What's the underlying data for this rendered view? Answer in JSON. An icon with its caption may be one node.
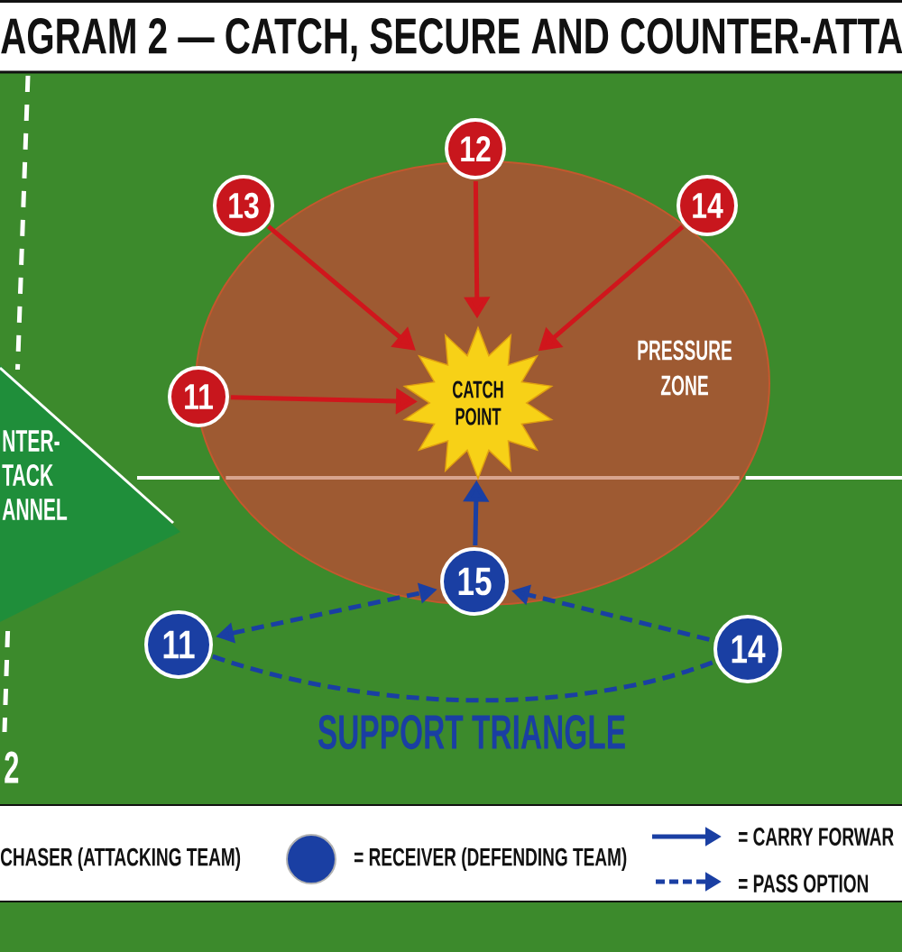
{
  "diagram": {
    "title": "AGRAM 2 — CATCH, SECURE AND COUNTER-ATTA",
    "nodes": [
      {
        "text": [
          "PRESSURE ZONE"
        ]
      },
      {
        "text": [
          "12"
        ]
      },
      {
        "text": [
          "13"
        ]
      },
      {
        "text": [
          "14"
        ]
      },
      {
        "text": [
          "11"
        ]
      },
      {
        "text": [
          "CATCH POINT"
        ],
        "in": 0
      },
      {
        "text": [
          "NTER- TACK ANNEL"
        ]
      },
      {
        "text": [
          "15"
        ]
      },
      {
        "text": [
          "11"
        ]
      },
      {
        "text": [
          "14"
        ]
      }
    ],
    "edges": [
      {
        "from": 1,
        "to": 5,
        "arrow": "to",
        "color": "#d0161c"
      },
      {
        "from": 2,
        "to": 5,
        "arrow": "to",
        "color": "#d0161c"
      },
      {
        "from": 3,
        "to": 5,
        "arrow": "to",
        "color": "#d0161c"
      },
      {
        "from": 4,
        "to": 5,
        "arrow": "to",
        "color": "#d0161c"
      },
      {
        "from": 7,
        "to": 5,
        "arrow": "to",
        "color": "#1a3fa3"
      },
      {
        "from": 8,
        "to": 7,
        "arrow": "both",
        "style": "dashed",
        "color": "#1a3fa3"
      },
      {
        "from": 9,
        "to": 7,
        "arrow": "to",
        "style": "dashed",
        "color": "#1a3fa3"
      },
      {
        "from": 8,
        "to": 9,
        "arrow": "none",
        "style": "dashed",
        "color": "#1a3fa3"
      }
    ],
    "labels": [
      "SUPPORT TRIANGLE",
      "2"
    ],
    "legend": [
      {
        "text": "CHASER (ATTACKING TEAM)"
      },
      {
        "text": "= RECEIVER (DEFENDING TEAM)",
        "color": "#1a3fa3"
      },
      {
        "text": "= CARRY FORWAR"
      },
      {
        "text": "= PASS OPTION"
      }
    ]
  }
}
